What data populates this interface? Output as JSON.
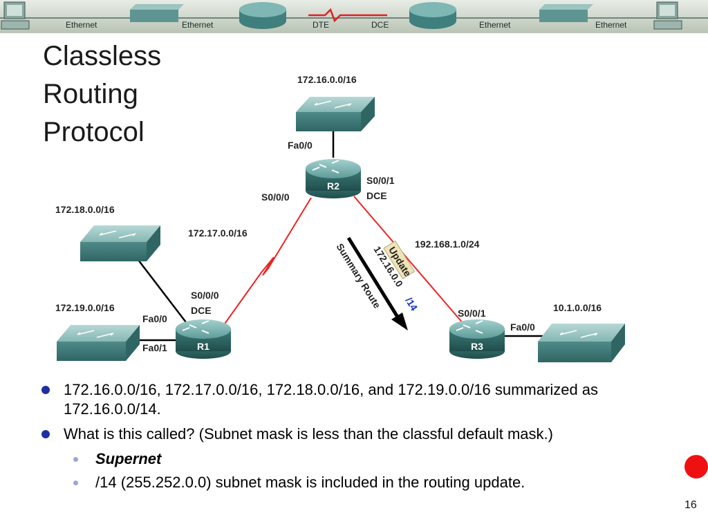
{
  "banner": {
    "labels": [
      "Ethernet",
      "Ethernet",
      "DTE",
      "DCE",
      "Ethernet",
      "Ethernet"
    ]
  },
  "title": {
    "lines": [
      "Classless",
      "Routing",
      "Protocol"
    ]
  },
  "diagram": {
    "routers": {
      "r1": "R1",
      "r2": "R2",
      "r3": "R3"
    },
    "networks": {
      "n172_16": "172.16.0.0/16",
      "n172_17": "172.17.0.0/16",
      "n172_18": "172.18.0.0/16",
      "n172_19": "172.19.0.0/16",
      "n192_168": "192.168.1.0/24",
      "n10_1": "10.1.0.0/16"
    },
    "interfaces": {
      "r2_fa00": "Fa0/0",
      "r2_s000": "S0/0/0",
      "r2_s001": "S0/0/1",
      "r2_dce": "DCE",
      "r1_s000": "S0/0/0",
      "r1_dce": "DCE",
      "r1_fa00": "Fa0/0",
      "r1_fa01": "Fa0/1",
      "r3_s001": "S0/0/1",
      "r3_fa00": "Fa0/0"
    },
    "update_tag": "Update",
    "summary_prefix": "172.16.0.0",
    "summary_mask": "/14",
    "summary_route_label": "Summary Route",
    "colors": {
      "serial_link": "#ee2222",
      "mask_highlight": "#1030c8",
      "router": "#3f8a8a",
      "switch": "#3f8c8c"
    }
  },
  "bullets": [
    {
      "text": "172.16.0.0/16, 172.17.0.0/16, 172.18.0.0/16, and 172.19.0.0/16 summarized as 172.16.0.0/14."
    },
    {
      "text": "What is this called? (Subnet mask is less than the classful default mask.)"
    }
  ],
  "sub_bullets": [
    {
      "text": "Supernet"
    },
    {
      "text": "/14 (255.252.0.0) subnet mask is included in the routing update."
    }
  ],
  "slide_number": "16"
}
